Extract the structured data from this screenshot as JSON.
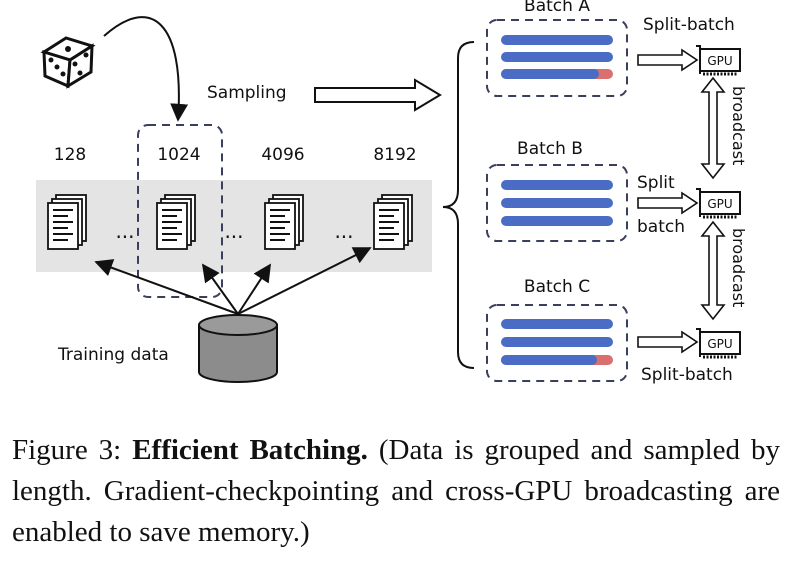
{
  "diagram": {
    "lengths": [
      "128",
      "1024",
      "4096",
      "8192"
    ],
    "ellipsis": "...",
    "sampling_label": "Sampling",
    "training_data_label": "Training data",
    "batches": [
      {
        "label": "Batch A",
        "split_label": "Split-batch"
      },
      {
        "label": "Batch B",
        "split_label_line1": "Split",
        "split_label_line2": "batch"
      },
      {
        "label": "Batch C",
        "split_label": "Split-batch"
      }
    ],
    "gpu_label": "GPU",
    "broadcast_label": "broadcast",
    "colors": {
      "bar": "#4a6cc4",
      "bar_pad": "#d9706e",
      "data_strip": "#e4e4e4",
      "cylinder": "#8c8c8c",
      "dash_box": "#3a3f5c"
    }
  },
  "caption": {
    "prefix": "Figure 3: ",
    "title": "Efficient Batching.",
    "body": " (Data is grouped and sampled by length. Gradient-checkpointing and cross-GPU broadcasting are enabled to save memory.)"
  }
}
